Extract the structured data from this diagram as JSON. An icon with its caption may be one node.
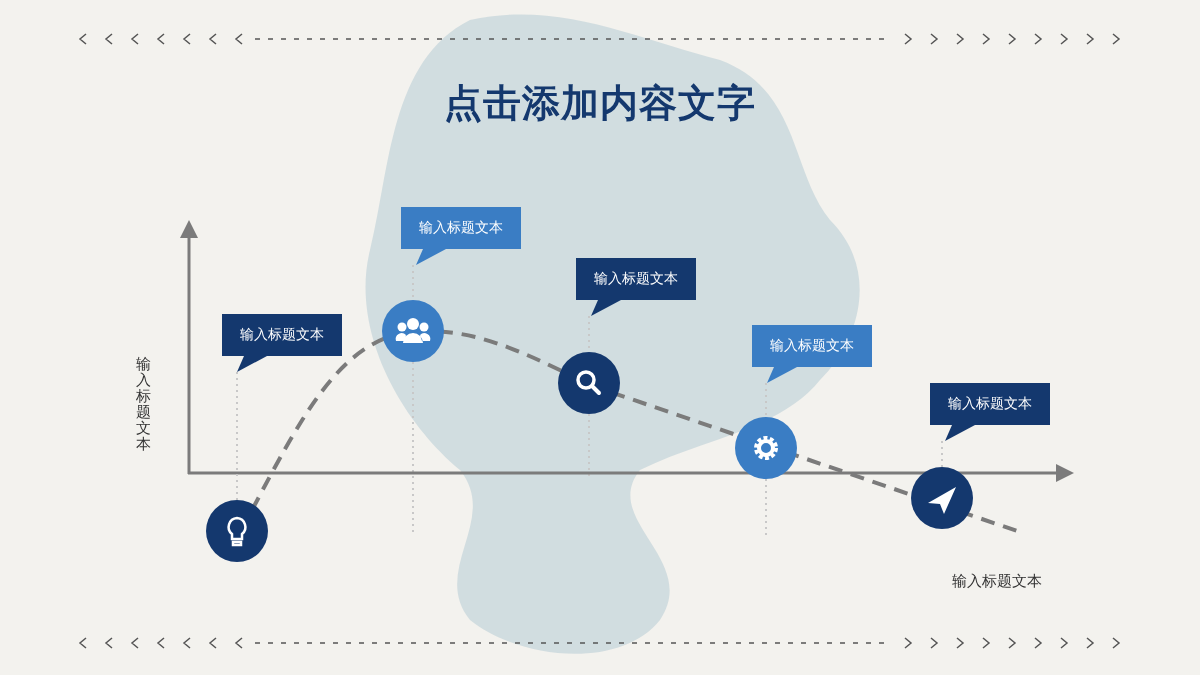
{
  "diagram": {
    "title": "点击添加内容文字",
    "nodes": [
      {
        "text": [
          "输入标题文本"
        ]
      },
      {
        "text": [
          "输入标题文本"
        ]
      },
      {
        "text": [
          "输入标题文本"
        ]
      },
      {
        "text": [
          "输入标题文本"
        ]
      },
      {
        "text": [
          "输入标题文本"
        ]
      },
      {
        "text": [],
        "shape": "circle"
      },
      {
        "text": [],
        "shape": "circle"
      },
      {
        "text": [],
        "shape": "circle"
      },
      {
        "text": [],
        "shape": "circle"
      },
      {
        "text": [],
        "shape": "circle"
      }
    ],
    "edges": [
      {
        "from": 0,
        "to": 5,
        "arrow": "none",
        "style": "dashed"
      },
      {
        "from": 1,
        "to": 6,
        "arrow": "none",
        "style": "dashed"
      },
      {
        "from": 2,
        "to": 7,
        "arrow": "none",
        "style": "dashed"
      },
      {
        "from": 3,
        "to": 8,
        "arrow": "none",
        "style": "dashed"
      },
      {
        "from": 4,
        "to": 9,
        "arrow": "none",
        "style": "dashed"
      }
    ],
    "labels": [
      "输入标题文本",
      "输入标题文本"
    ]
  }
}
